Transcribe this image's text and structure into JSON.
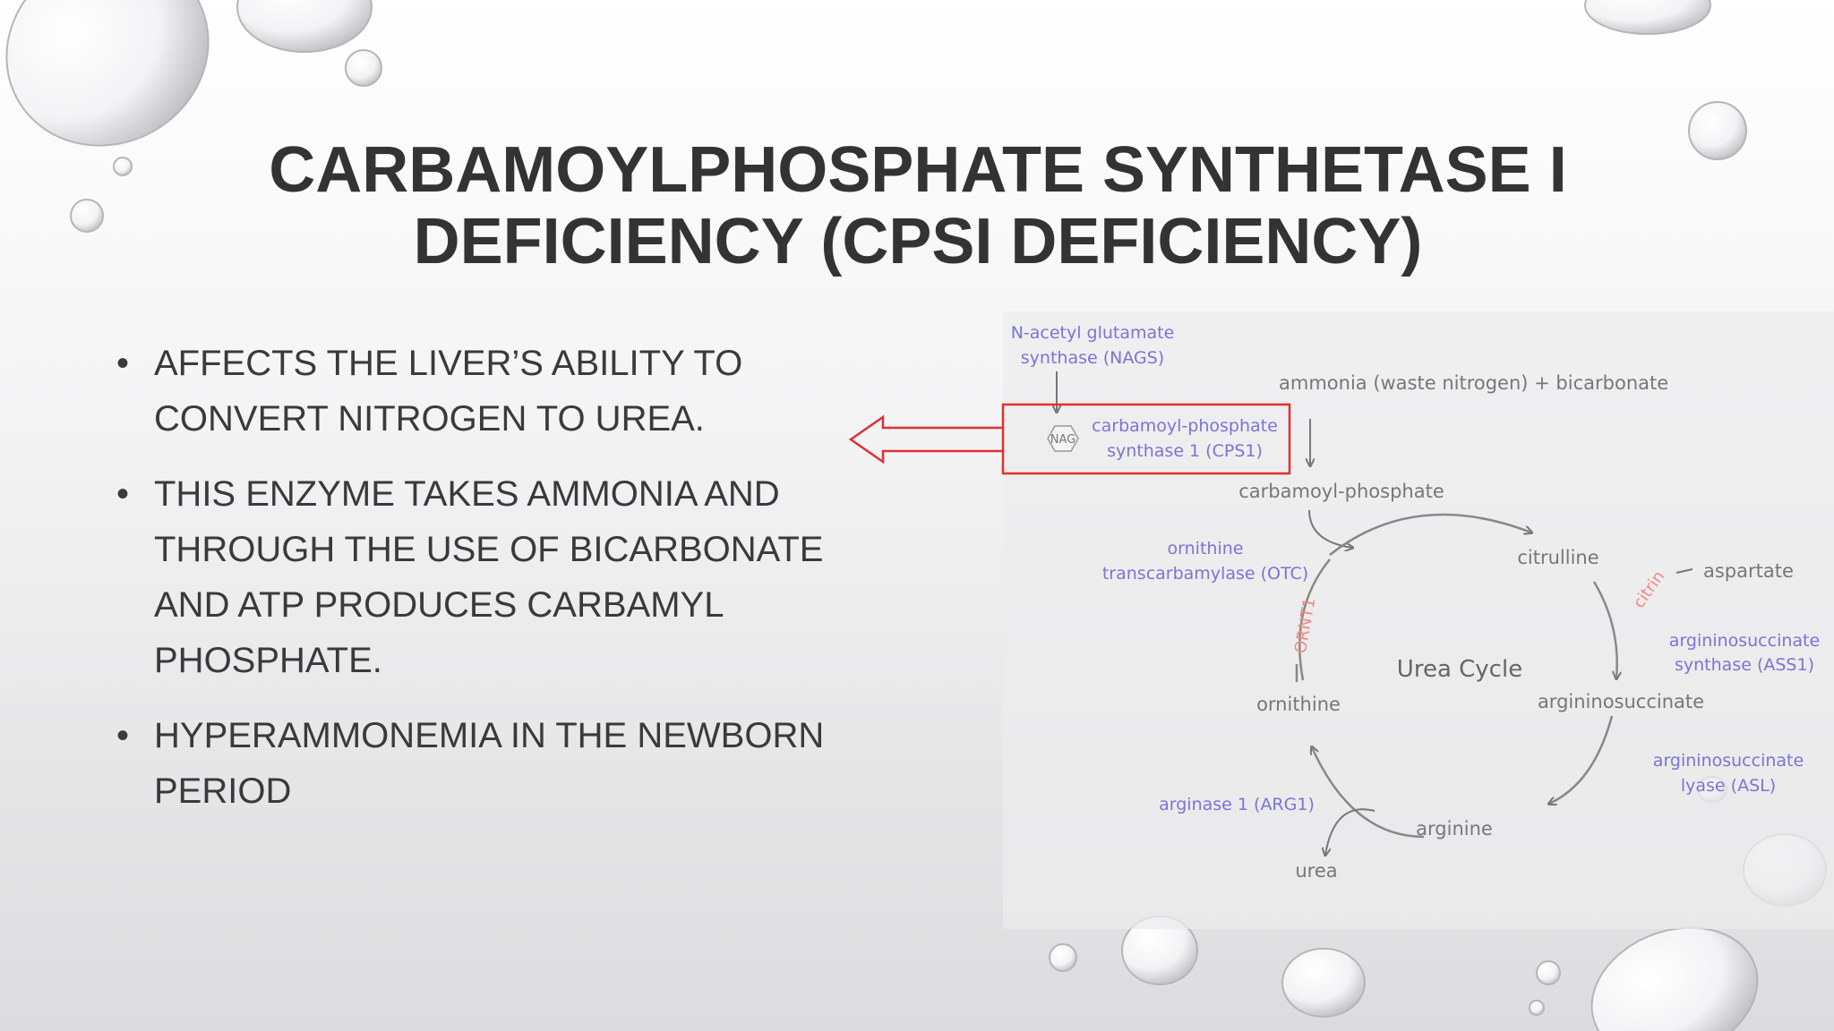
{
  "slide": {
    "title_line1": "Carbamoylphosphate Synthetase I",
    "title_line2": "deficiency (CPSI Deficiency)",
    "bullets": [
      "Affects the liver’s ability to convert nitrogen to urea.",
      "This enzyme takes ammonia and through the use of bicarbonate and ATP produces carbamyl phosphate.",
      "Hyperammonemia in the newborn period"
    ],
    "bullet_glyph": "•"
  },
  "diagram": {
    "nags_line1": "N-acetyl glutamate",
    "nags_line2": "synthase (NAGS)",
    "substrates": "ammonia (waste nitrogen) + bicarbonate",
    "nag_label": "NAG",
    "cps1_line1": "carbamoyl-phosphate",
    "cps1_line2": "synthase 1 (CPS1)",
    "carbamoyl_phosphate": "carbamoyl-phosphate",
    "otc_line1": "ornithine",
    "otc_line2": "transcarbamylase (OTC)",
    "citrulline": "citrulline",
    "citrin": "citrin",
    "aspartate": "aspartate",
    "ornt1": "ORNT1",
    "cycle_title": "Urea Cycle",
    "ass1_line1": "argininosuccinate",
    "ass1_line2": "synthase (ASS1)",
    "ornithine": "ornithine",
    "argininosuccinate": "argininosuccinate",
    "asl_line1": "argininosuccinate",
    "asl_line2": "lyase (ASL)",
    "arg1": "arginase 1 (ARG1)",
    "arginine": "arginine",
    "urea": "urea"
  },
  "colors": {
    "title": "#333333",
    "body_text": "#3a3a3a",
    "enzyme_blue": "#7b74d6",
    "metabolite_gray": "#777777",
    "transporter_orange": "#f08a82",
    "highlight_red": "#e03030"
  }
}
